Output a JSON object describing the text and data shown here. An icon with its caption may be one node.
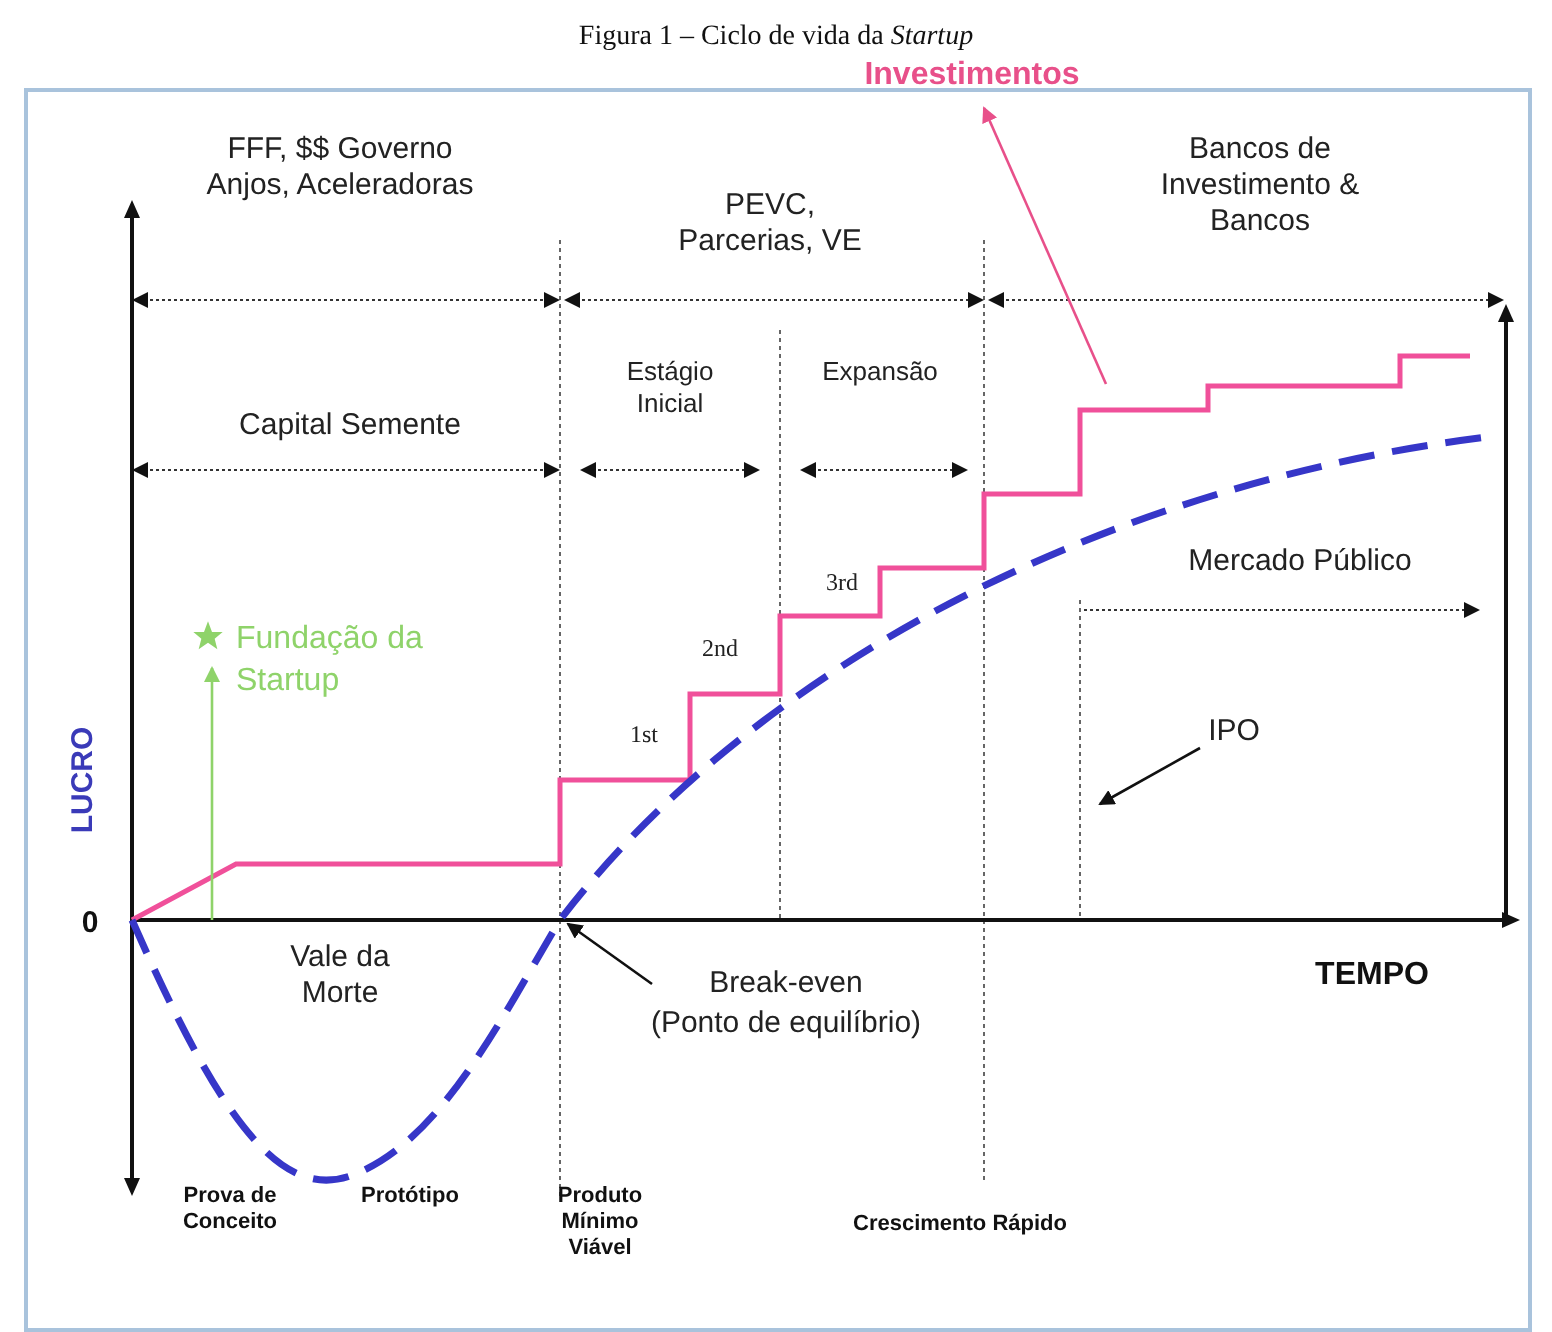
{
  "diagram": {
    "title": "Figura 1 – Ciclo de vida da *Startup*",
    "nodes": [
      {
        "text": [
          "Investimentos"
        ]
      },
      {
        "text": [
          "Fundação da Startup"
        ]
      },
      {
        "text": [
          "IPO"
        ]
      },
      {
        "text": [
          "Break-even",
          "(Ponto de equilíbrio)"
        ]
      }
    ],
    "edges": [
      {
        "from": null,
        "to": 0,
        "arrow": "to",
        "color": "#e8508a"
      },
      {
        "from": null,
        "to": 1,
        "arrow": "to",
        "color": "#8fd36a"
      },
      {
        "from": 2,
        "to": null,
        "arrow": "to"
      },
      {
        "from": 3,
        "to": null,
        "arrow": "to"
      }
    ],
    "labels": [
      "FFF, $$ Governo Anjos, Aceleradoras",
      "PEVC, Parcerias, VE",
      "Bancos de Investimento & Bancos",
      "Capital Semente",
      "Estágio Inicial",
      "Expansão",
      "3rd",
      "Mercado Público",
      "2nd",
      "1st",
      "LUCRO",
      "0",
      "Vale da Morte",
      "TEMPO",
      "Prova de Conceito",
      "Protótipo",
      "Produto Mínimo Viável",
      "Crescimento Rápido"
    ]
  }
}
